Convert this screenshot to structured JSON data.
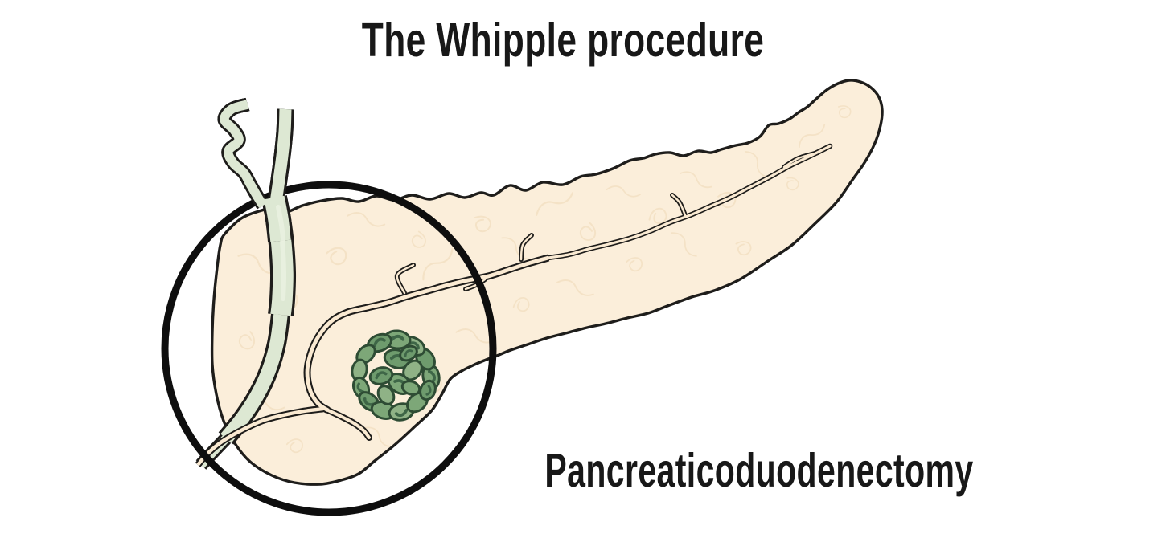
{
  "title": "The Whipple procedure",
  "subtitle": "Pancreaticoduodenectomy",
  "illustration": {
    "parts": [
      "pancreas",
      "pancreatic-duct",
      "common-bile-duct",
      "cystic-duct-branch",
      "hepatic-duct-branch",
      "tumor-in-pancreatic-head",
      "highlight-circle"
    ],
    "colors": {
      "background": "#FFFFFF",
      "pancreas_fill": "#FBEEDA",
      "pancreas_texture": "#EFD8B6",
      "outline": "#1E1D1B",
      "duct_inner": "#FAEAD2",
      "bile_duct_fill": "#DDE8D3",
      "bile_duct_highlight": "#EAF1E1",
      "tumor_green_dark": "#6E9B6D",
      "tumor_green_mid": "#7DA778",
      "tumor_green_light": "#8FB286",
      "tumor_outline": "#2E4C34",
      "tumor_mark": "#3E6647",
      "circle_stroke": "#0E0E0E",
      "text_color": "#181818"
    }
  }
}
